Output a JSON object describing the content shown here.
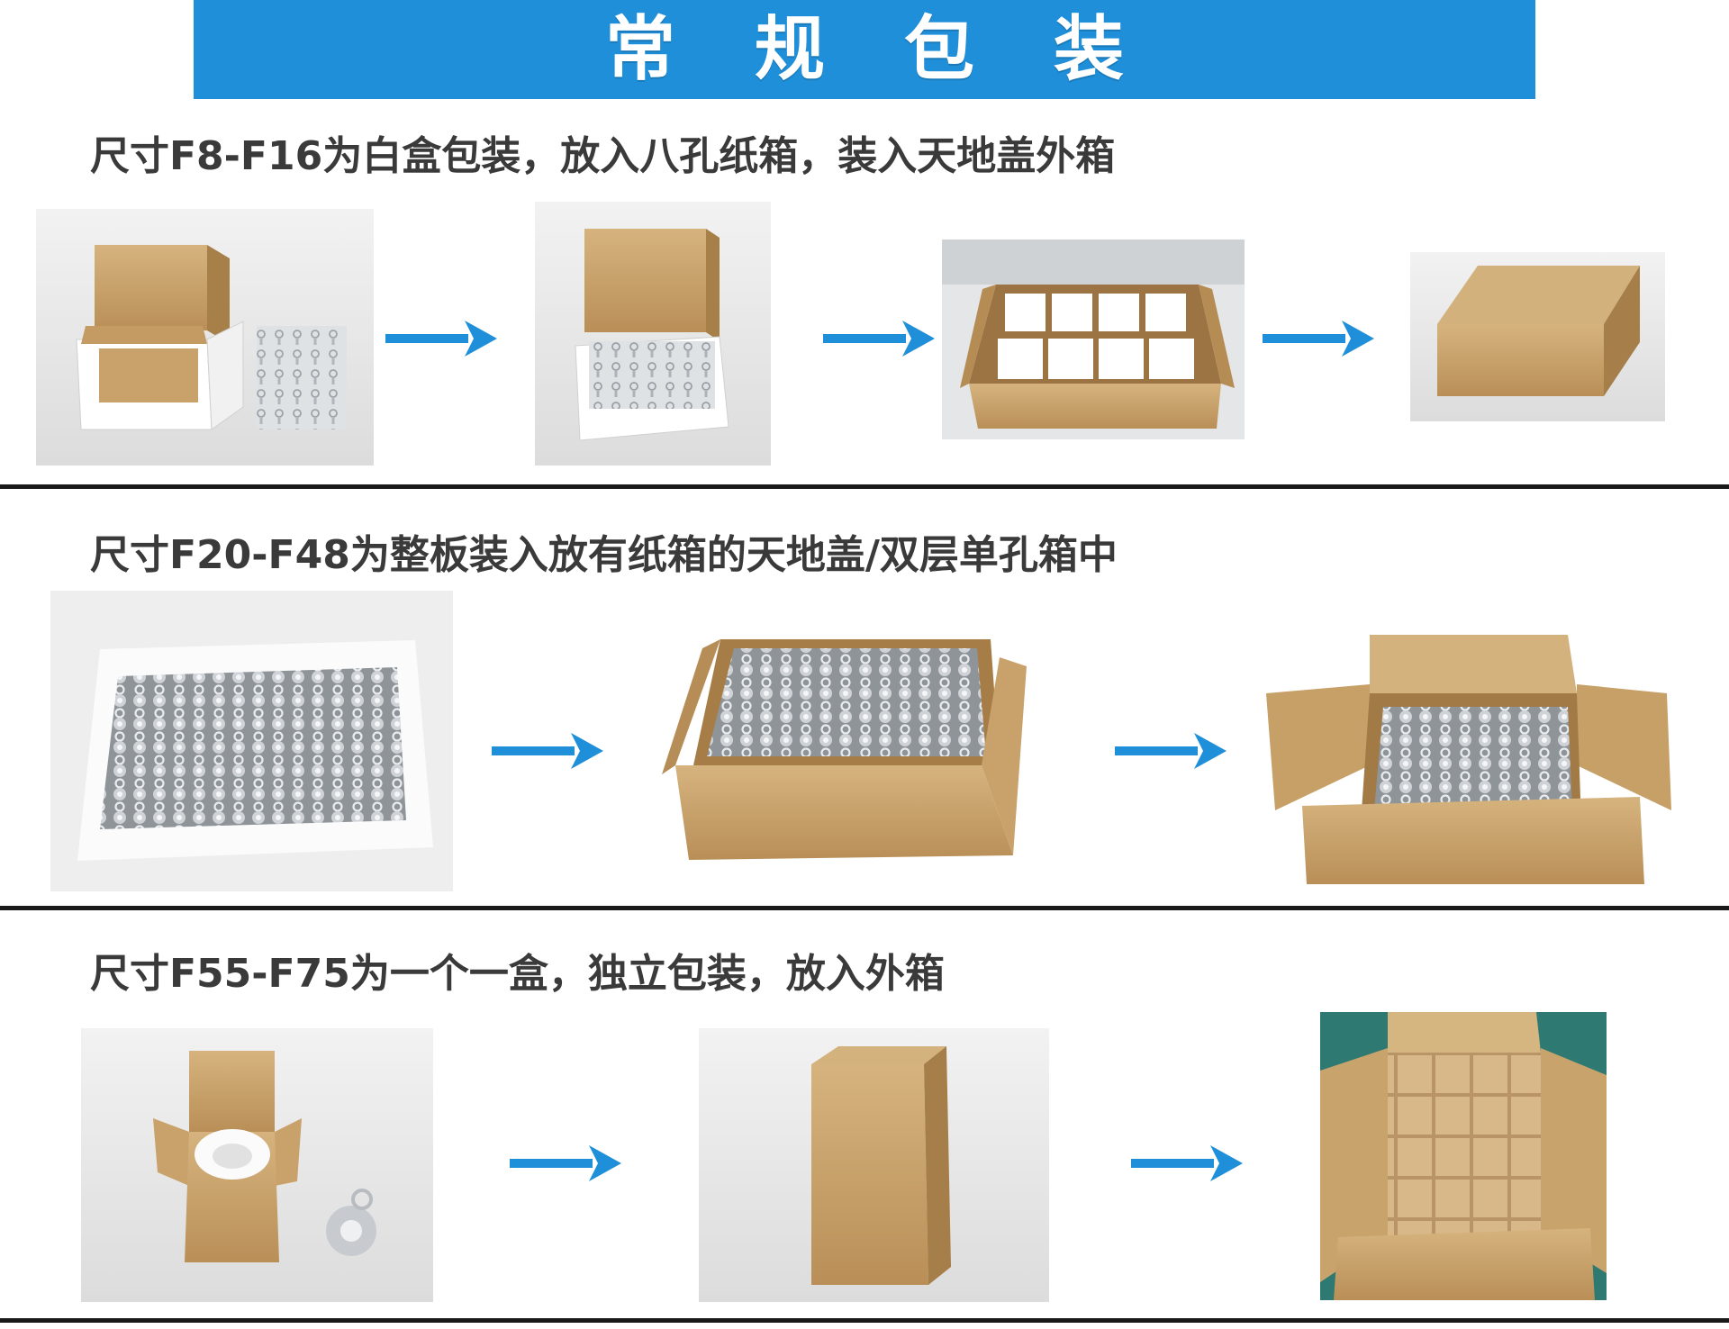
{
  "header": {
    "title": "常规包装",
    "color": "#1f8fd9"
  },
  "sections": [
    {
      "title": "尺寸F8-F16为白盒包装，放入八孔纸箱，装入天地盖外箱",
      "steps": [
        "white-box-with-magnets",
        "white-box-packed",
        "eight-hole-carton",
        "closed-outer-box"
      ]
    },
    {
      "title": "尺寸F20-F48为整板装入放有纸箱的天地盖/双层单孔箱中",
      "steps": [
        "foam-tray-of-magnets",
        "carton-of-magnets",
        "outer-box-open"
      ]
    },
    {
      "title": "尺寸F55-F75为一个一盒，独立包装，放入外箱",
      "steps": [
        "single-box-with-foam",
        "single-closed-box",
        "outer-box-of-small-boxes"
      ]
    }
  ],
  "icons": {
    "step_arrow": "right-arrow-icon",
    "arrow_color": "#1f8fd9"
  },
  "colors": {
    "cardboard": "#c9a36c",
    "divider": "#1a1a1a"
  }
}
